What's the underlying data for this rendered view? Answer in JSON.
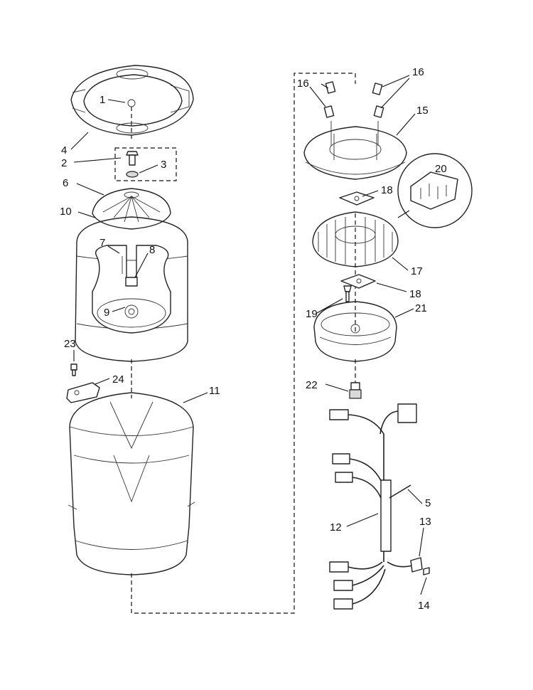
{
  "callouts": [
    {
      "id": "1",
      "label": "1"
    },
    {
      "id": "2",
      "label": "2"
    },
    {
      "id": "3",
      "label": "3"
    },
    {
      "id": "4",
      "label": "4"
    },
    {
      "id": "5",
      "label": "5"
    },
    {
      "id": "6",
      "label": "6"
    },
    {
      "id": "7",
      "label": "7"
    },
    {
      "id": "8",
      "label": "8"
    },
    {
      "id": "9",
      "label": "9"
    },
    {
      "id": "10",
      "label": "10"
    },
    {
      "id": "11",
      "label": "11"
    },
    {
      "id": "12",
      "label": "12"
    },
    {
      "id": "13",
      "label": "13"
    },
    {
      "id": "14",
      "label": "14"
    },
    {
      "id": "15",
      "label": "15"
    },
    {
      "id": "16a",
      "label": "16"
    },
    {
      "id": "16b",
      "label": "16"
    },
    {
      "id": "17",
      "label": "17"
    },
    {
      "id": "18a",
      "label": "18"
    },
    {
      "id": "18b",
      "label": "18"
    },
    {
      "id": "19",
      "label": "19"
    },
    {
      "id": "20",
      "label": "20"
    },
    {
      "id": "21",
      "label": "21"
    },
    {
      "id": "22",
      "label": "22"
    },
    {
      "id": "23",
      "label": "23"
    },
    {
      "id": "24",
      "label": "24"
    }
  ],
  "colors": {
    "line": "#222222",
    "background": "#ffffff"
  }
}
